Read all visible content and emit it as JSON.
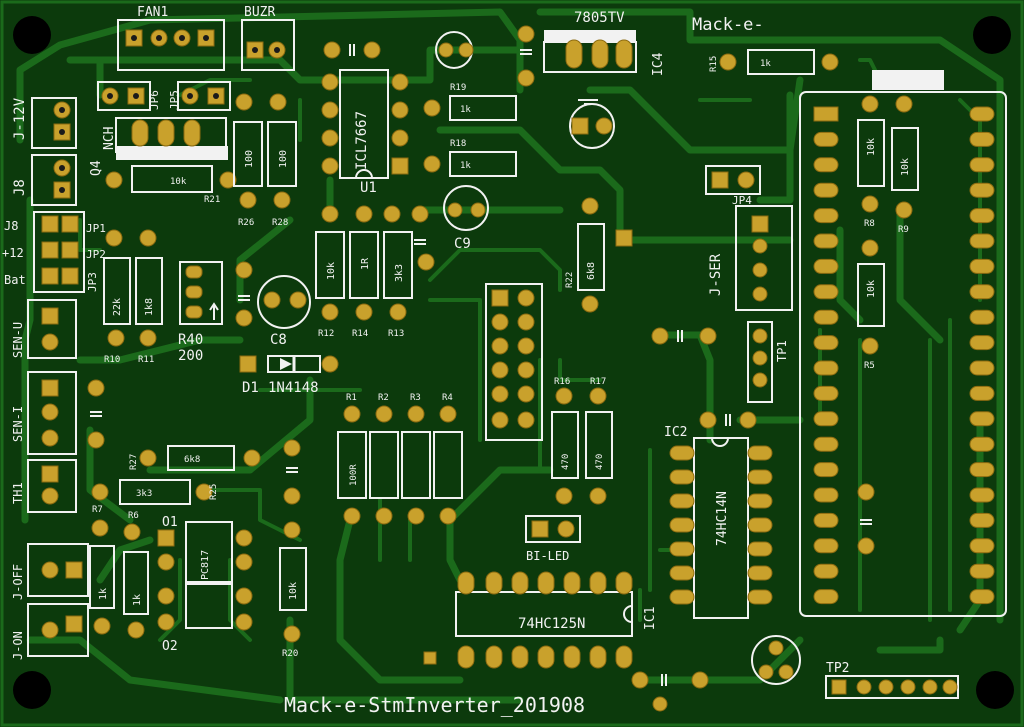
{
  "board": {
    "title": "Mack-e-StmInverter_201908",
    "brand": "Mack-e-",
    "colors": {
      "copper_fill": "#0c3a0c",
      "trace": "#1b6a1b",
      "pad": "#c9a12c",
      "silkscreen": "#f2f2f2",
      "hole": "#1a1a1a"
    }
  },
  "labels": {
    "fan1": "FAN1",
    "buzr": "BUZR",
    "reg": "7805TV",
    "ic4": "IC4",
    "j12v": "J-12V",
    "j8a": "J8",
    "j8b": "J8",
    "p12": "+12",
    "bat": "Bat",
    "jp1": "JP1",
    "jp2": "JP2",
    "jp3": "JP3",
    "jp4": "JP4",
    "jp5": "JP5",
    "jp6": "JP6",
    "nch": "NCH",
    "q4": "Q4",
    "senu": "SEN-U",
    "seni": "SEN-I",
    "th1": "TH1",
    "joff": "J-OFF",
    "jon": "J-ON",
    "jser": "J-SER",
    "tp1": "TP1",
    "tp2": "TP2",
    "ic1": "IC1",
    "ic2": "IC2",
    "u1": "U1",
    "icl": "ICL7667",
    "hc14": "74HC14N",
    "hc125": "74HC125N",
    "pc817": "PC817",
    "o1": "O1",
    "o2": "O2",
    "d1": "D1",
    "diode": "1N4148",
    "r40": "R40",
    "r40v": "200",
    "c8": "C8",
    "c9": "C9",
    "biled": "BI-LED",
    "r1": "R1",
    "r2": "R2",
    "r3": "R3",
    "r4": "R4",
    "r5": "R5",
    "r6": "R6",
    "r7": "R7",
    "r8": "R8",
    "r9": "R9",
    "r10": "R10",
    "r11": "R11",
    "r12": "R12",
    "r13": "R13",
    "r14": "R14",
    "r15": "R15",
    "r16": "R16",
    "r17": "R17",
    "r18": "R18",
    "r19": "R19",
    "r20": "R20",
    "r21": "R21",
    "r22": "R22",
    "r25": "R25",
    "r26": "R26",
    "r27": "R27",
    "r28": "R28"
  },
  "values": {
    "v10k": "10k",
    "v100": "100",
    "v1k": "1k",
    "v1r": "1R",
    "v3k3": "3k3",
    "v6k8": "6k8",
    "v22k": "22k",
    "v1k8": "1k8",
    "v100r": "100R",
    "v470": "470"
  }
}
